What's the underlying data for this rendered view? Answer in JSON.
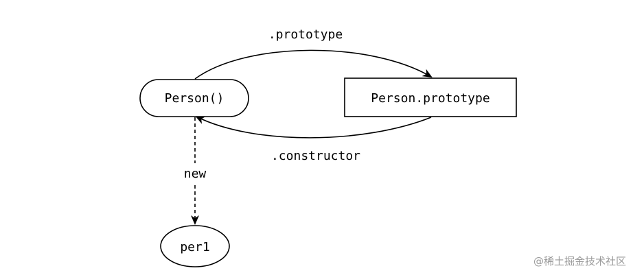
{
  "nodes": {
    "person_constructor": {
      "label": "Person()"
    },
    "person_prototype": {
      "label": "Person.prototype"
    },
    "instance": {
      "label": "per1"
    }
  },
  "edges": {
    "prototype": {
      "label": ".prototype"
    },
    "constructor": {
      "label": ".constructor"
    },
    "new": {
      "label": "new"
    }
  },
  "watermark": {
    "text": "@稀土掘金技术社区"
  }
}
